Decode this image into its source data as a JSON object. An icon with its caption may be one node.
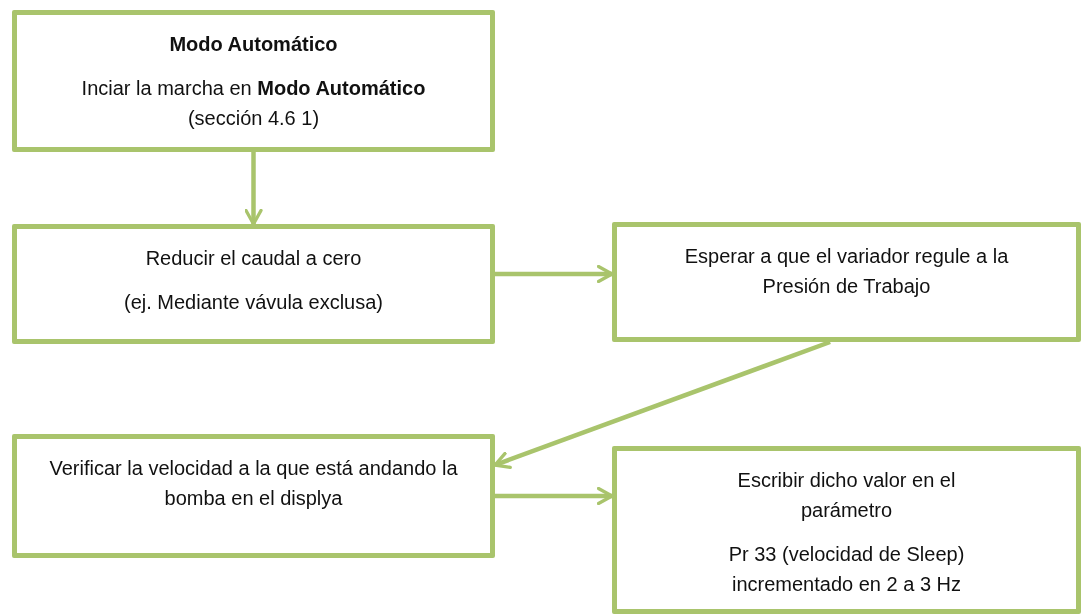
{
  "diagram": {
    "nodes": [
      {
        "text": [
          "Modo Automático",
          "Inciar la marcha en **Modo Automático** (sección 4.6 1)"
        ]
      },
      {
        "text": [
          "Reducir el caudal a cero",
          "(ej. Mediante vávula exclusa)"
        ]
      },
      {
        "text": [
          "Esperar a que el variador regule a la Presión de Trabajo"
        ]
      },
      {
        "text": [
          "Verificar la velocidad a la que está andando la bomba en el displya"
        ]
      },
      {
        "text": [
          "Escribir dicho valor en el parámetro",
          "Pr 33 (velocidad de Sleep) incrementado en 2 a 3 Hz"
        ]
      }
    ],
    "edges": [
      {
        "from": 0,
        "to": 1,
        "arrow": "to"
      },
      {
        "from": 1,
        "to": 2,
        "arrow": "to"
      },
      {
        "from": 2,
        "to": 3,
        "arrow": "to"
      },
      {
        "from": 3,
        "to": 4,
        "arrow": "to"
      }
    ]
  }
}
